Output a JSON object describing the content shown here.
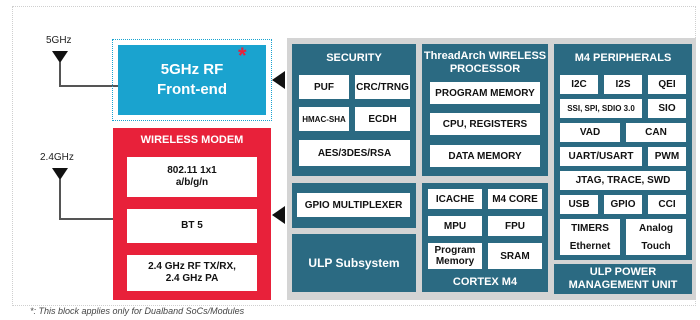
{
  "antennas": {
    "a5": "5GHz",
    "a24": "2.4GHz"
  },
  "rf": {
    "line1": "5GHz RF",
    "line2": "Front-end",
    "star": "*"
  },
  "modem": {
    "title": "WIRELESS MODEM",
    "b1l1": "802.11 1x1",
    "b1l2": "a/b/g/n",
    "b2": "BT 5",
    "b3l1": "2.4 GHz RF TX/RX,",
    "b3l2": "2.4 GHz PA"
  },
  "security": {
    "title": "SECURITY",
    "puf": "PUF",
    "crc": "CRC/TRNG",
    "hmac": "HMAC-SHA",
    "ecdh": "ECDH",
    "aes": "AES/3DES/RSA"
  },
  "wireless": {
    "title1": "ThreadArch WIRELESS",
    "title2": "PROCESSOR",
    "pm": "PROGRAM MEMORY",
    "cpu": "CPU, REGISTERS",
    "dm": "DATA MEMORY"
  },
  "gpio": {
    "label": "GPIO MULTIPLEXER"
  },
  "ulp": {
    "label": "ULP Subsystem"
  },
  "cortex": {
    "title": "CORTEX M4",
    "icache": "ICACHE",
    "m4core": "M4 CORE",
    "mpu": "MPU",
    "fpu": "FPU",
    "pmem1": "Program",
    "pmem2": "Memory",
    "sram": "SRAM"
  },
  "periph": {
    "title": "M4 PERIPHERALS",
    "i2c": "I2C",
    "i2s": "I2S",
    "qei": "QEI",
    "ssi": "SSI, SPI, SDIO 3.0",
    "sio": "SIO",
    "vad": "VAD",
    "can": "CAN",
    "uart": "UART/USART",
    "pwm": "PWM",
    "jtag": "JTAG, TRACE, SWD",
    "usb": "USB",
    "gpio": "GPIO",
    "cci": "CCI",
    "timers": "TIMERS",
    "analog": "Analog",
    "ethernet": "Ethernet",
    "touch": "Touch"
  },
  "pmu": {
    "line1": "ULP POWER",
    "line2": "MANAGEMENT UNIT"
  },
  "footnote": "*: This block applies only for Dualband SoCs/Modules",
  "colors": {
    "rf": "#1aa3cf",
    "modem": "#e8213a",
    "panel": "#2b6a82",
    "background": "#d4d4d4"
  }
}
